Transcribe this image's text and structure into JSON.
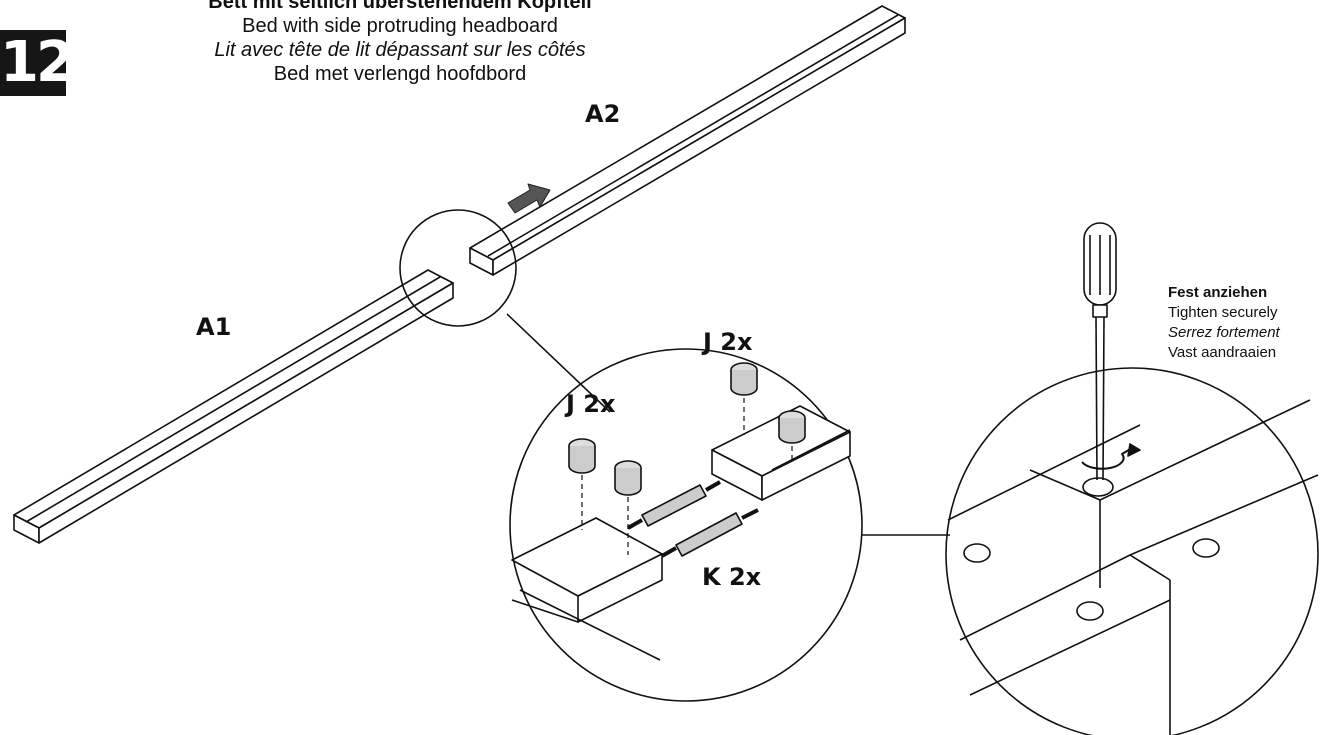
{
  "step": {
    "number": "12"
  },
  "title": {
    "de": "Bett mit seitlich überstehendem Kopfteil",
    "en": "Bed with side protruding headboard",
    "fr": "Lit avec tête de lit dépassant sur les côtés",
    "nl": "Bed met verlengd hoofdbord"
  },
  "labels": {
    "a1": "A1",
    "a2": "A2",
    "j_left": "J 2x",
    "j_right": "J 2x",
    "k": "K 2x"
  },
  "tighten": {
    "de": "Fest anziehen",
    "en": "Tighten securely",
    "fr": "Serrez fortement",
    "nl": "Vast aandraaien"
  }
}
